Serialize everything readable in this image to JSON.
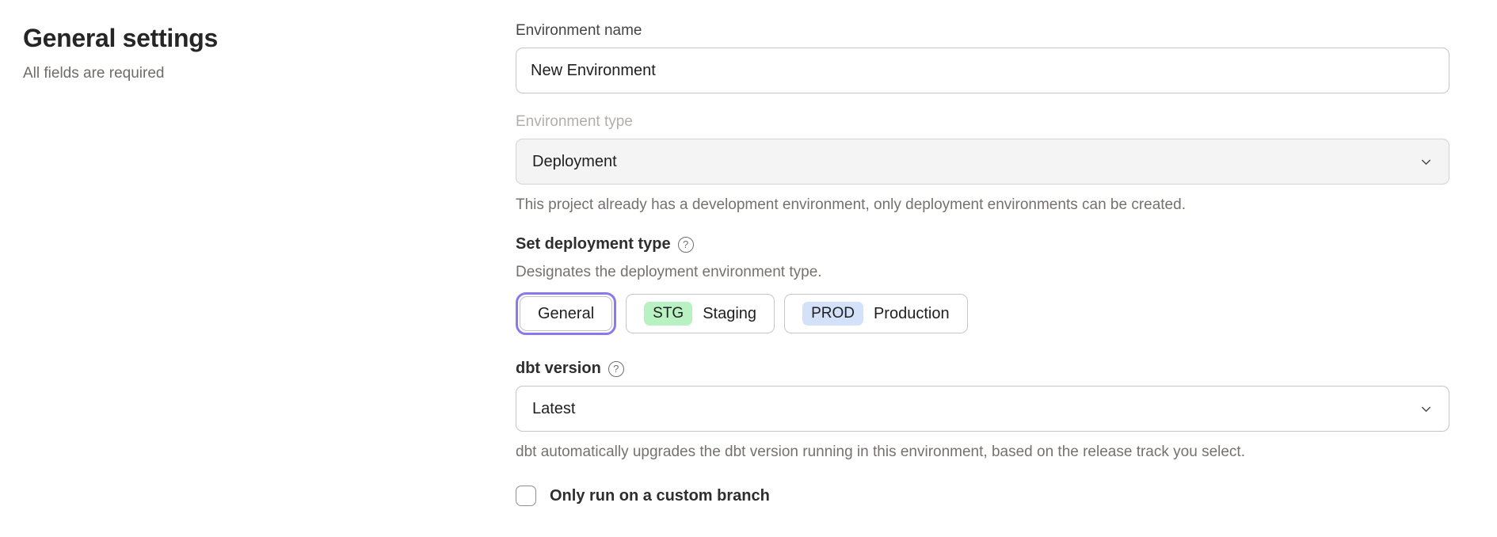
{
  "header": {
    "title": "General settings",
    "subtitle": "All fields are required"
  },
  "form": {
    "environment_name": {
      "label": "Environment name",
      "value": "New Environment"
    },
    "environment_type": {
      "label": "Environment type",
      "value": "Deployment",
      "disabled": true,
      "helper": "This project already has a development environment, only deployment environments can be created."
    },
    "deployment_type": {
      "label": "Set deployment type",
      "description": "Designates the deployment environment type.",
      "options": [
        {
          "label": "General",
          "badge": "",
          "selected": true
        },
        {
          "label": "Staging",
          "badge": "STG",
          "selected": false
        },
        {
          "label": "Production",
          "badge": "PROD",
          "selected": false
        }
      ]
    },
    "dbt_version": {
      "label": "dbt version",
      "value": "Latest",
      "helper": "dbt automatically upgrades the dbt version running in this environment, based on the release track you select."
    },
    "custom_branch": {
      "label": "Only run on a custom branch",
      "checked": false
    }
  },
  "icons": {
    "help_glyph": "?"
  },
  "colors": {
    "accent_purple": "#8979ed",
    "badge_staging_green": "#b9f2c2",
    "badge_production_blue": "#d3e2fa",
    "disabled_field_bg": "#f5f4f4"
  }
}
